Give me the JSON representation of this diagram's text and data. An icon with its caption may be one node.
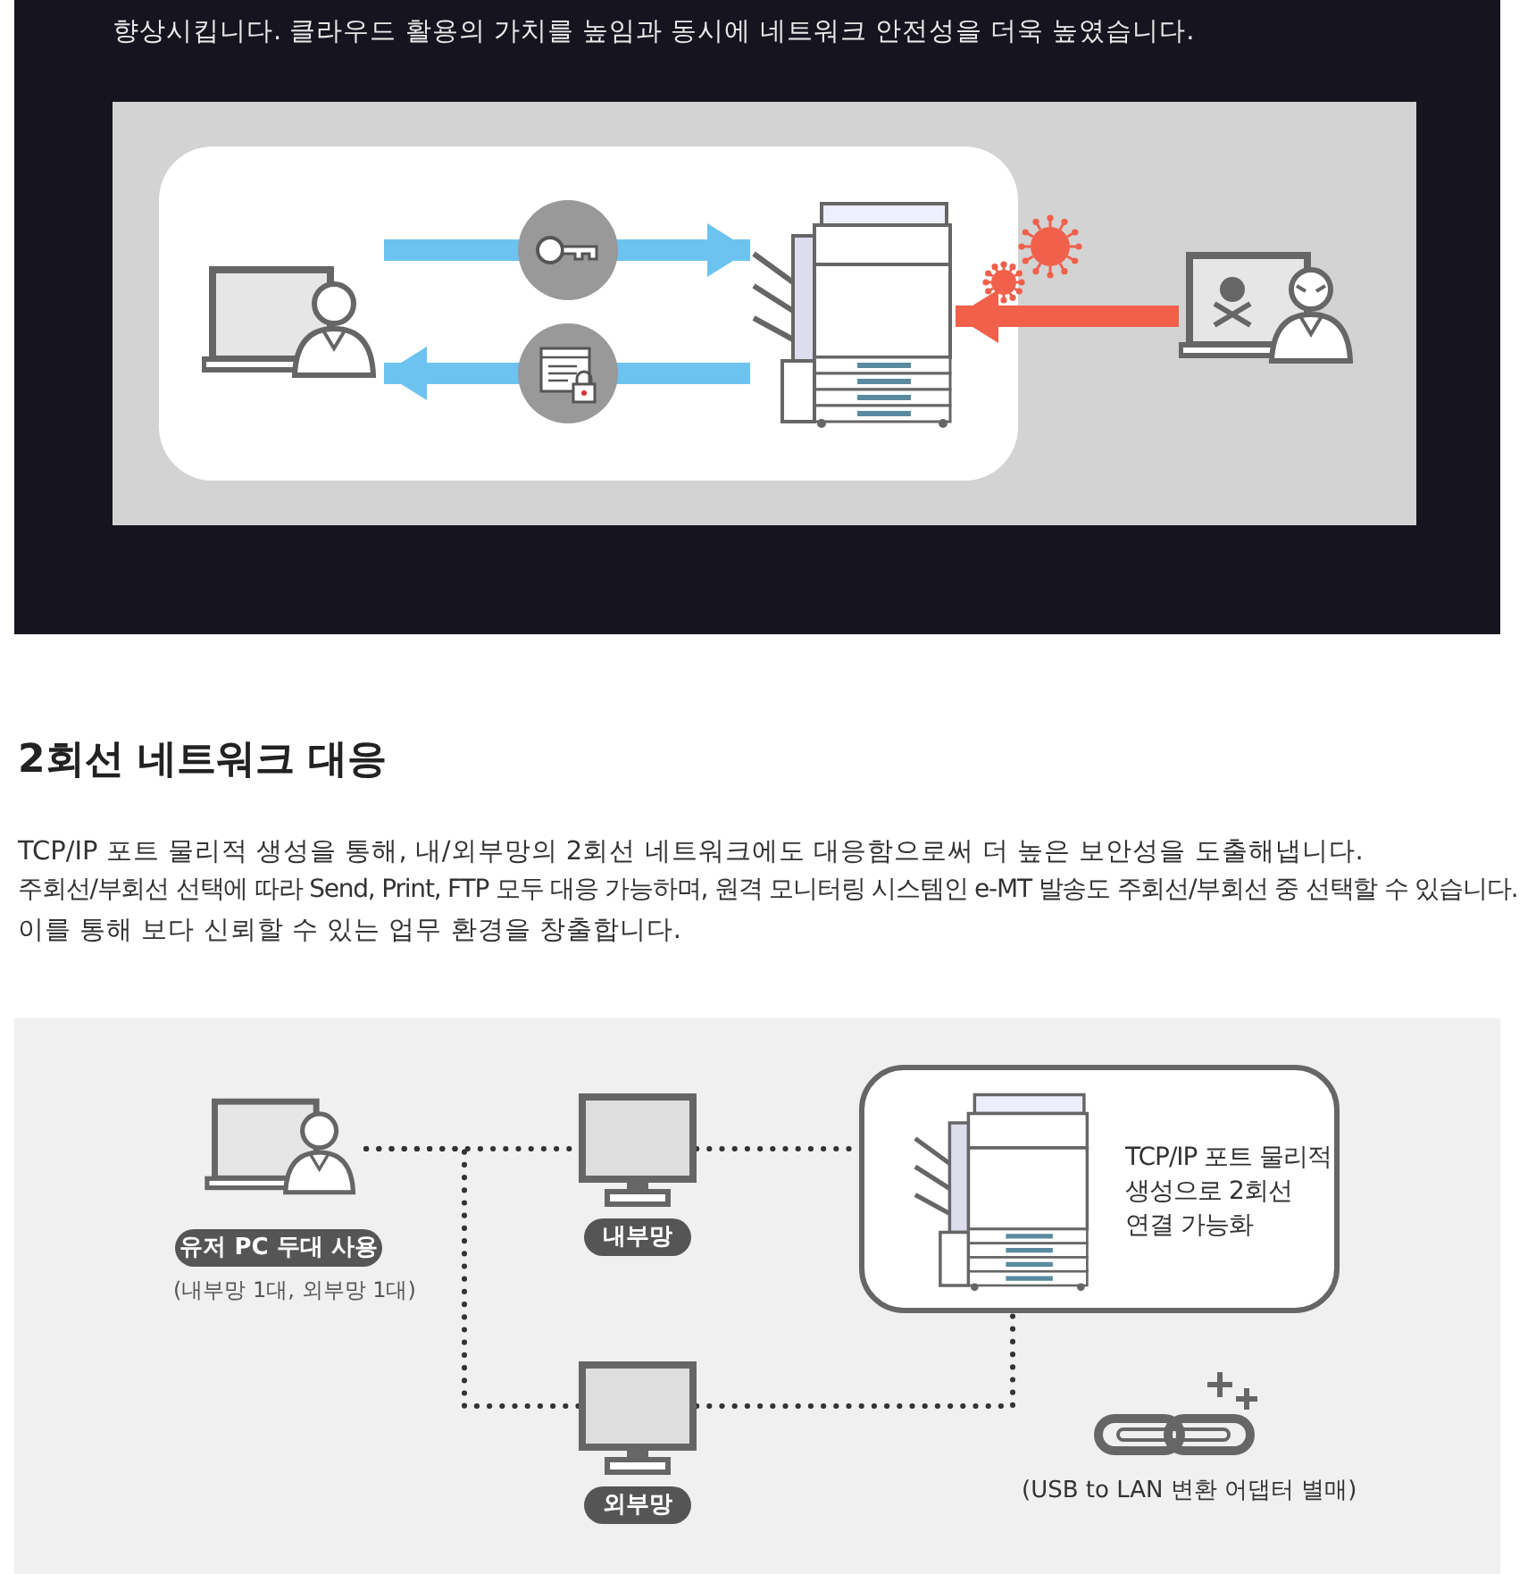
{
  "diagram": {
    "title": "2회선 네트워크 대응",
    "nodes": [
      {
        "text": [],
        "shape": "box"
      },
      {
        "text": [],
        "shape": "computer",
        "in": 0
      },
      {
        "text": [],
        "shape": "picture",
        "in": 0
      },
      {
        "text": [],
        "shape": "computer"
      },
      {
        "text": [],
        "shape": "computer",
        "beside": [
          "유저 PC 두대 사용",
          "(내부망 1대, 외부망 1대)"
        ]
      },
      {
        "text": [],
        "shape": "monitor",
        "beside": [
          "내부망"
        ]
      },
      {
        "text": [],
        "shape": "monitor",
        "beside": [
          "외부망"
        ]
      },
      {
        "text": [
          "TCP/IP 포트 물리적 생성으로 2회선 연결 가능화"
        ]
      },
      {
        "text": [],
        "shape": "picture",
        "in": 7
      }
    ],
    "edges": [
      {
        "from": 1,
        "to": 2,
        "arrow": "to",
        "style": "thick",
        "color": "#6cc3ef"
      },
      {
        "from": 2,
        "to": 1,
        "arrow": "to",
        "style": "thick",
        "color": "#6cc3ef"
      },
      {
        "from": 3,
        "to": 2,
        "arrow": "to",
        "style": "thick",
        "color": "#f0604a"
      },
      {
        "from": 4,
        "to": 5,
        "arrow": "none",
        "style": "dashed"
      },
      {
        "from": 4,
        "to": 6,
        "arrow": "none",
        "style": "dashed"
      },
      {
        "from": 5,
        "to": 7,
        "arrow": "none",
        "style": "dashed"
      },
      {
        "from": 6,
        "to": 7,
        "arrow": "none",
        "style": "dashed"
      }
    ],
    "labels": [
      "향상시킵니다. 클라우드 활용의 가치를 높임과 동시에 네트워크 안전성을 더욱 높였습니다.",
      "TCP/IP 포트 물리적 생성을 통해, 내/외부망의 2회선 네트워크에도 대응함으로써 더 높은 보안성을 도출해냅니다.",
      "주회선/부회선 선택에 따라 Send, Print, FTP 모두 대응 가능하며, 원격 모니터링 시스템인 e-MT 발송도 주회선/부회선 중 선택할 수 있습니다.",
      "이를 통해 보다 신뢰할 수 있는 업무 환경을 창출합니다.",
      "(USB to LAN 변환 어댑터 별매)"
    ]
  }
}
